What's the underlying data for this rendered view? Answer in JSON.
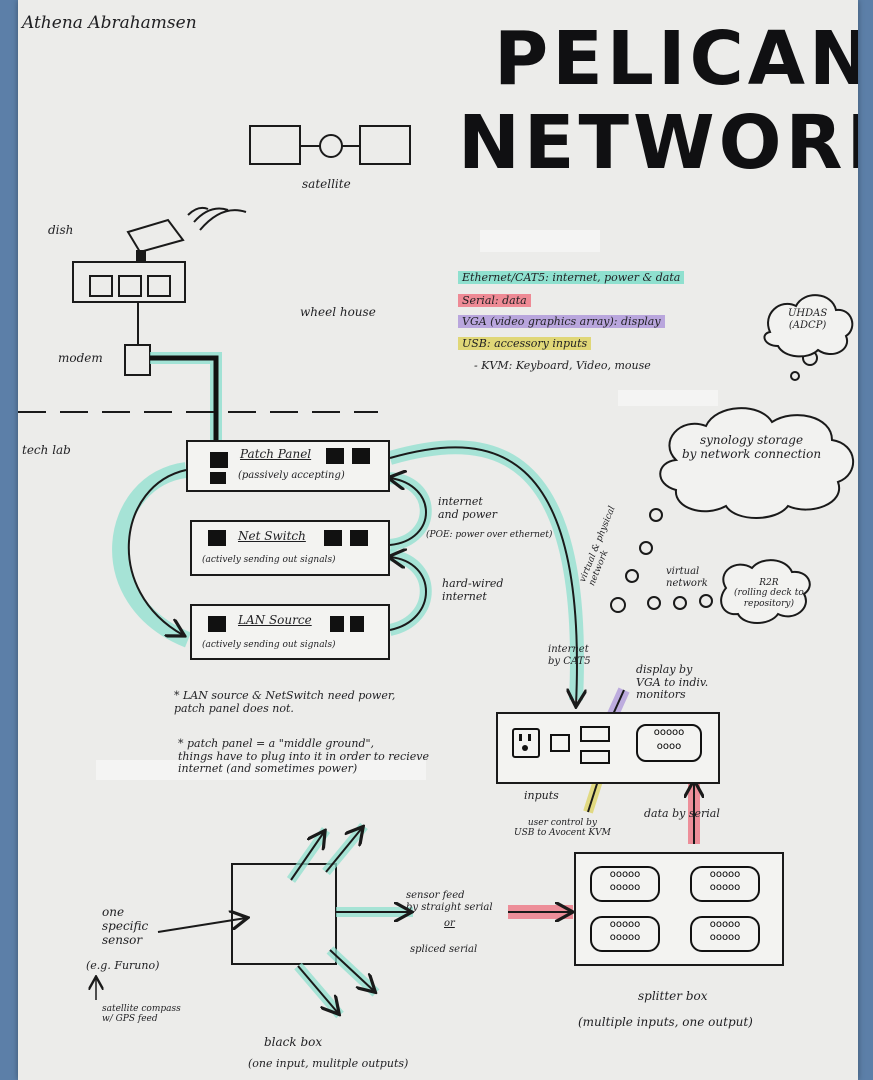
{
  "author": "Athena Abrahamsen",
  "title_line1": "PELICAN",
  "title_line2": "NETWORK",
  "labels": {
    "satellite": "satellite",
    "dish": "dish",
    "wheelhouse": "wheel house",
    "modem": "modem",
    "tech_lab": "tech lab",
    "patch_panel": "Patch Panel",
    "patch_panel_sub": "(passively accepting)",
    "net_switch": "Net Switch",
    "net_switch_sub": "(actively sending out signals)",
    "lan_source": "LAN Source",
    "lan_source_sub": "(actively sending out signals)",
    "internet_power": "internet\nand power",
    "poe": "(POE: power over ethernet)",
    "hard_wired": "hard-wired\ninternet",
    "virtual_physical": "virtual & physical\nnetwork",
    "virtual_network": "virtual\nnetwork",
    "internet_by_cat5": "internet\nby CAT5",
    "display_by_vga": "display by\nVGA to indiv.\nmonitors",
    "inputs": "inputs",
    "user_control": "user control by\nUSB to Avocent KVM",
    "data_by_serial": "data by serial",
    "note1": "* LAN source & NetSwitch need power,\npatch panel does not.",
    "note2": "* patch panel = a \"middle ground\",\nthings have to plug into it in order to recieve\ninternet (and sometimes power)",
    "one_sensor": "one\nspecific\nsensor",
    "example": "(e.g. Furuno)",
    "sat_compass": "satellite compass\nw/ GPS feed",
    "black_box": "black box",
    "black_box_sub": "(one input, mulitple outputs)",
    "sensor_feed": "sensor feed\nby straight serial",
    "or": "or",
    "spliced": "spliced serial",
    "splitter": "splitter box",
    "splitter_sub": "(multiple inputs, one output)",
    "uhdas": "UHDAS\n(ADCP)",
    "synology": "synology storage\nby network connection",
    "r2r": "R2R\n(rolling deck to\nrepository)"
  },
  "legend": [
    {
      "text": "Ethernet/CAT5: internet, power & data",
      "color": "#8fe0cf"
    },
    {
      "text": "Serial: data",
      "color": "#ee8a95"
    },
    {
      "text": "VGA (video graphics array): display",
      "color": "#b9a6dd"
    },
    {
      "text": "USB: accessory inputs",
      "color": "#e0d777"
    },
    {
      "text": "- KVM: Keyboard, Video, mouse",
      "color": ""
    }
  ],
  "colors": {
    "ethernet": "#8fe0cf",
    "serial": "#ee8a95",
    "vga": "#b9a6dd",
    "usb": "#e0d777"
  },
  "icons": {
    "satellite": "satellite-icon",
    "dish": "dish-icon",
    "wifi": "signal-waves-icon",
    "outlet": "power-outlet-icon",
    "ethernet_port": "ethernet-port-icon"
  }
}
